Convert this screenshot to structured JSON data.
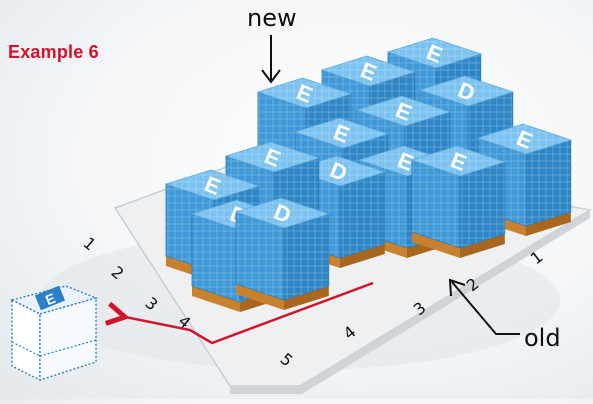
{
  "title": "Example 6",
  "labels": {
    "new": "new",
    "old": "old"
  },
  "box_letters": [
    "E",
    "E",
    "E",
    "E",
    "E",
    "E",
    "D",
    "E",
    "D",
    "E",
    "E",
    "D",
    "E",
    "E",
    "D",
    "E",
    "E"
  ],
  "row_numbers_left": [
    "1",
    "2",
    "3",
    "4",
    "5"
  ],
  "row_numbers_right": [
    "1",
    "2",
    "3",
    "4"
  ],
  "colors": {
    "title": "#d3122b",
    "arrow_path": "#d3122b",
    "box_blue": "#3f98d8",
    "box_blue_light": "#7cc2f0",
    "pallet": "#c8812f",
    "outline_box": "#2b7fc6"
  },
  "icons": {
    "new_arrow": "arrow-down-icon",
    "old_arrow": "arrow-up-left-icon",
    "path_arrow": "curved-arrow-left-icon",
    "single_box": "open-box-icon"
  }
}
